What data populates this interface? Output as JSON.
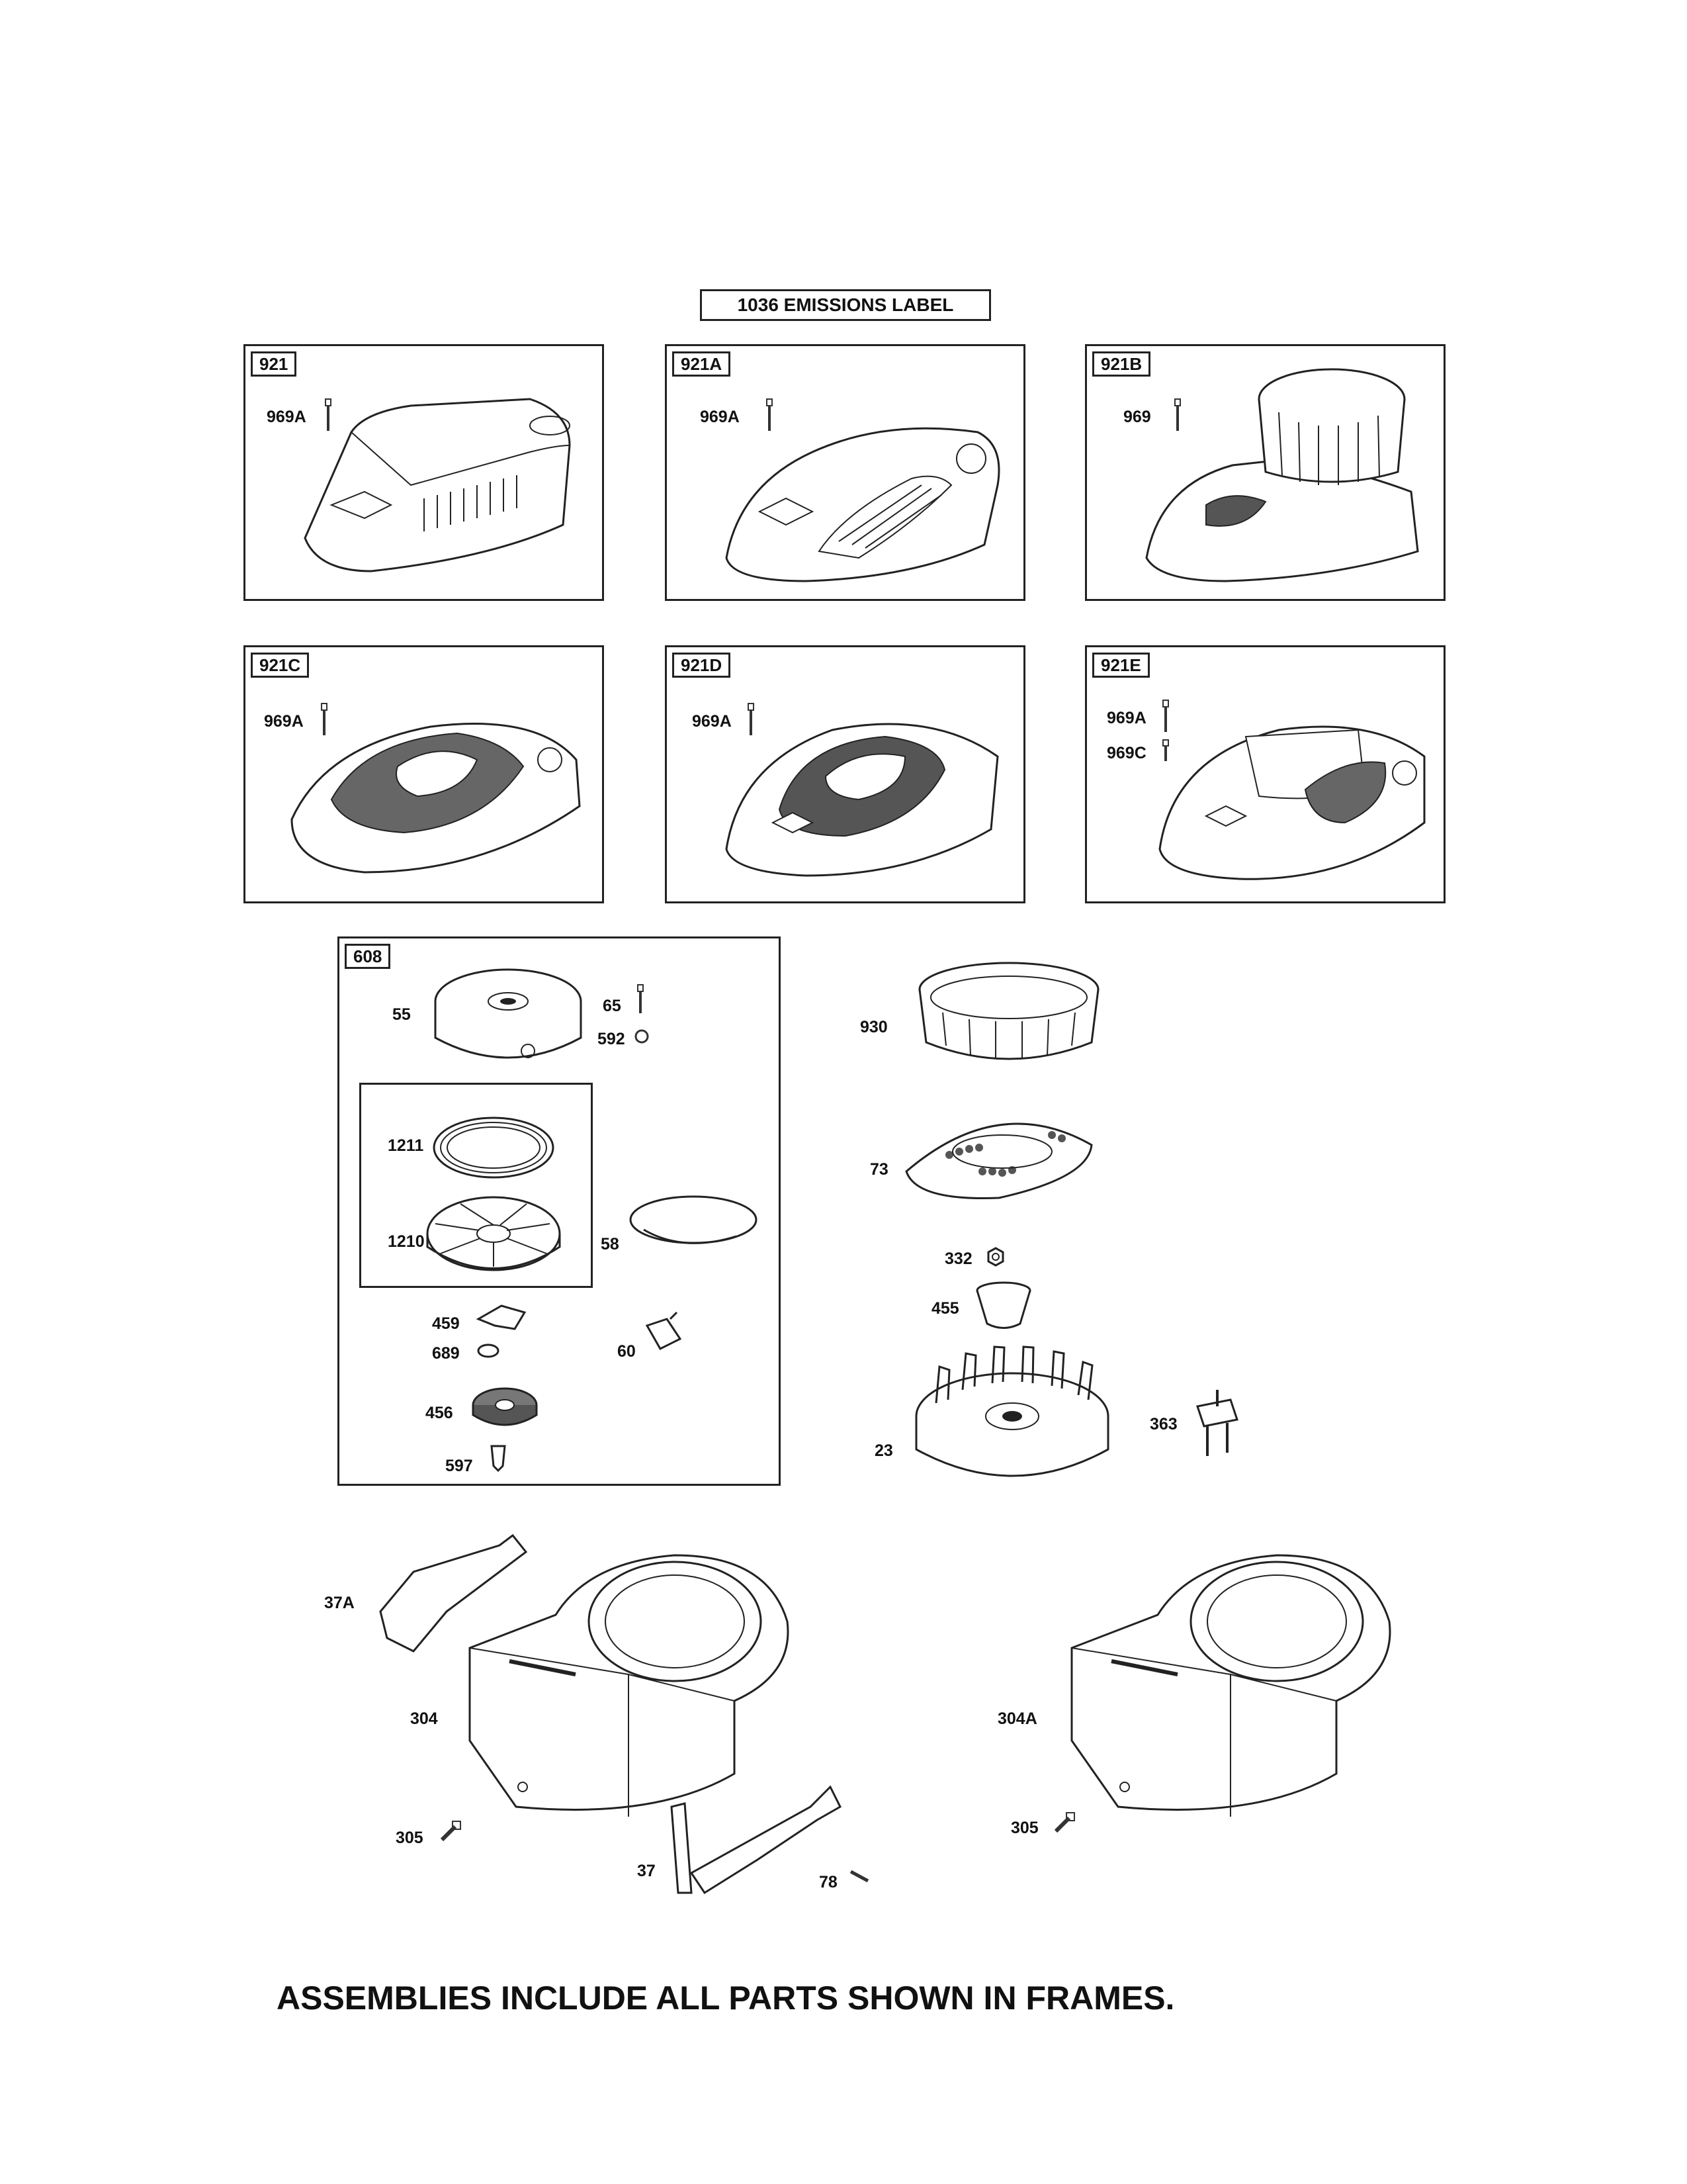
{
  "header": {
    "emissions_label": "1036 EMISSIONS LABEL"
  },
  "covers": [
    {
      "frame": "921",
      "screws": [
        "969A"
      ]
    },
    {
      "frame": "921A",
      "screws": [
        "969A"
      ]
    },
    {
      "frame": "921B",
      "screws": [
        "969"
      ]
    },
    {
      "frame": "921C",
      "screws": [
        "969A"
      ]
    },
    {
      "frame": "921D",
      "screws": [
        "969A"
      ]
    },
    {
      "frame": "921E",
      "screws": [
        "969A",
        "969C"
      ]
    }
  ],
  "starter": {
    "frame": "608",
    "parts": {
      "p55": "55",
      "p65": "65",
      "p592": "592",
      "p1211": "1211",
      "p1210": "1210",
      "p58": "58",
      "p459": "459",
      "p689": "689",
      "p60": "60",
      "p456": "456",
      "p597": "597"
    }
  },
  "flywheel_parts": {
    "p930": "930",
    "p73": "73",
    "p332": "332",
    "p455": "455",
    "p23": "23",
    "p363": "363"
  },
  "housing_parts": {
    "p37A": "37A",
    "p304": "304",
    "p305a": "305",
    "p37": "37",
    "p78": "78",
    "p304A": "304A",
    "p305b": "305"
  },
  "footer": {
    "note": "ASSEMBLIES INCLUDE ALL PARTS SHOWN IN FRAMES."
  }
}
